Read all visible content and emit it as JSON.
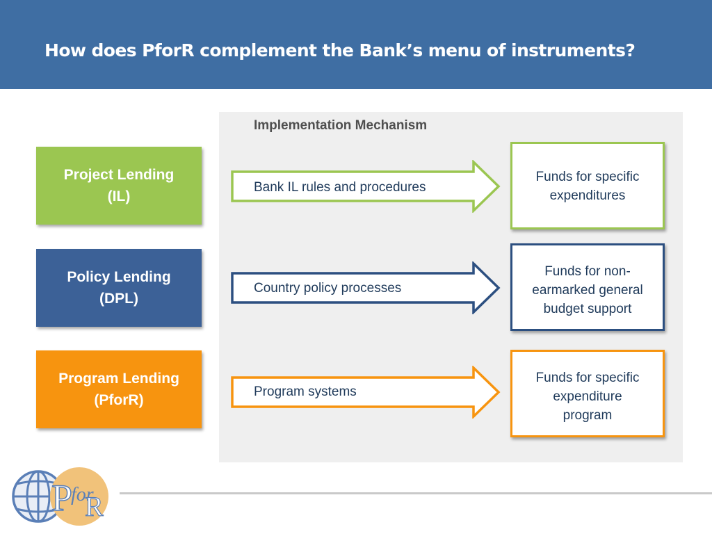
{
  "title": "How does PforR complement the Bank’s menu of instruments?",
  "mechanism_heading": "Implementation Mechanism",
  "rows": [
    {
      "category_lines": [
        "Project Lending",
        "(IL)"
      ],
      "mechanism": "Bank IL rules and procedures",
      "funds_lines": [
        "Funds for specific",
        "expenditures"
      ],
      "color": "#9bc651"
    },
    {
      "category_lines": [
        "Policy Lending",
        "(DPL)"
      ],
      "mechanism": "Country policy processes",
      "funds_lines": [
        "Funds for non-",
        "earmarked general",
        "budget support"
      ],
      "color": "#3c6197"
    },
    {
      "category_lines": [
        "Program Lending",
        "(PforR)"
      ],
      "mechanism": "Program systems",
      "funds_lines": [
        "Funds for specific",
        "expenditure",
        "program"
      ],
      "color": "#f7940f"
    }
  ],
  "logo": {
    "text_p": "P",
    "text_for": "for",
    "text_r": "R",
    "globe_icon": "globe-icon",
    "colors": {
      "globe": "#5a7fb7",
      "disc": "#f1c27a"
    }
  }
}
